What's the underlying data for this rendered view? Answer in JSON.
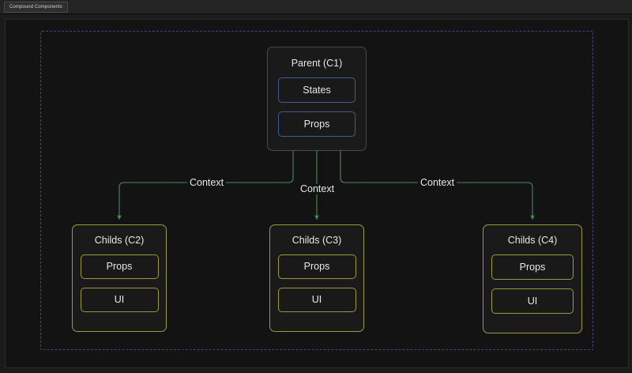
{
  "window": {
    "tabs": [
      {
        "label": "Compound Components"
      }
    ]
  },
  "colors": {
    "background": "#1b1b1b",
    "canvas": "#131313",
    "group_border": "#3c4a7a",
    "parent_border": "#4a4a4a",
    "parent_slot_border": "#3f5f93",
    "child_border": "#9a9a3c",
    "edge": "#4a8a5a",
    "text": "#e8e8e8"
  },
  "diagram": {
    "group": {
      "name": "compound-components-region"
    },
    "parent": {
      "title": "Parent (C1)",
      "slots": [
        {
          "label": "States"
        },
        {
          "label": "Props"
        }
      ]
    },
    "children": [
      {
        "id": "c2",
        "title": "Childs (C2)",
        "slots": [
          {
            "label": "Props"
          },
          {
            "label": "UI"
          }
        ]
      },
      {
        "id": "c3",
        "title": "Childs (C3)",
        "slots": [
          {
            "label": "Props"
          },
          {
            "label": "UI"
          }
        ]
      },
      {
        "id": "c4",
        "title": "Childs (C4)",
        "slots": [
          {
            "label": "Props"
          },
          {
            "label": "UI"
          }
        ]
      }
    ],
    "edges": [
      {
        "id": "edge-c2",
        "label": "Context",
        "from": "parent",
        "to": "c2"
      },
      {
        "id": "edge-c3",
        "label": "Context",
        "from": "parent",
        "to": "c3"
      },
      {
        "id": "edge-c4",
        "label": "Context",
        "from": "parent",
        "to": "c4"
      }
    ]
  }
}
